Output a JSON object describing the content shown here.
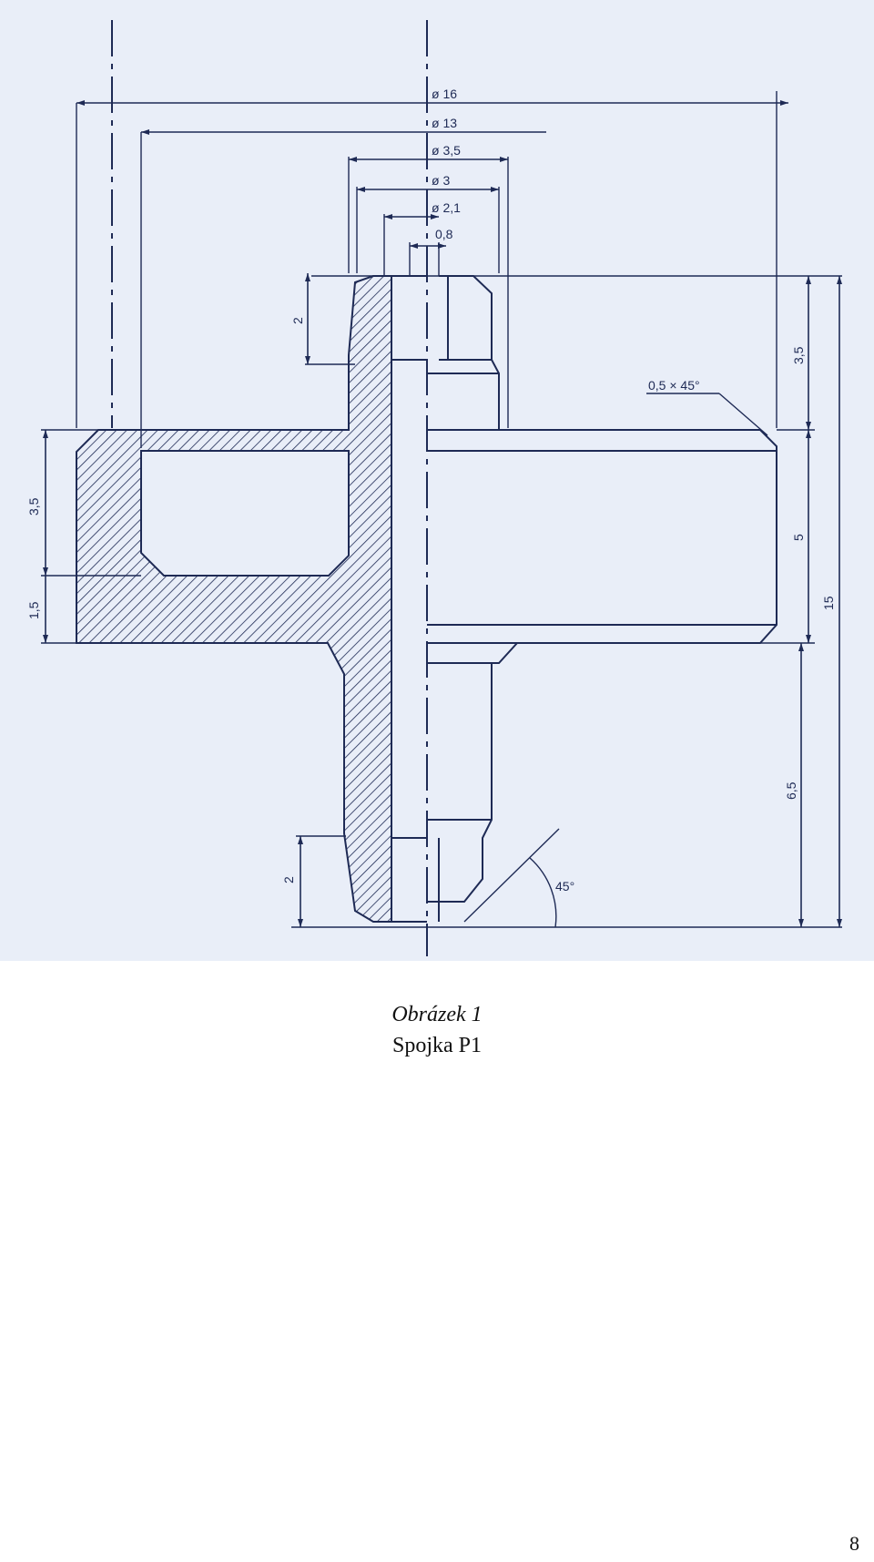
{
  "figure": {
    "label": "Obrázek 1",
    "title": "Spojka P1",
    "dimensions": {
      "d16": "ø 16",
      "d13": "ø 13",
      "d3_5": "ø 3,5",
      "d3": "ø 3",
      "d2_1": "ø 2,1",
      "w0_8": "0,8",
      "chamfer": "0,5 × 45°",
      "h2_top": "2",
      "h3_5_right": "3,5",
      "h5": "5",
      "h15": "15",
      "h6_5": "6,5",
      "h3_5_left": "3,5",
      "h1_5": "1,5",
      "h2_bottom": "2",
      "angle": "45°"
    }
  },
  "page": {
    "number": "8"
  }
}
